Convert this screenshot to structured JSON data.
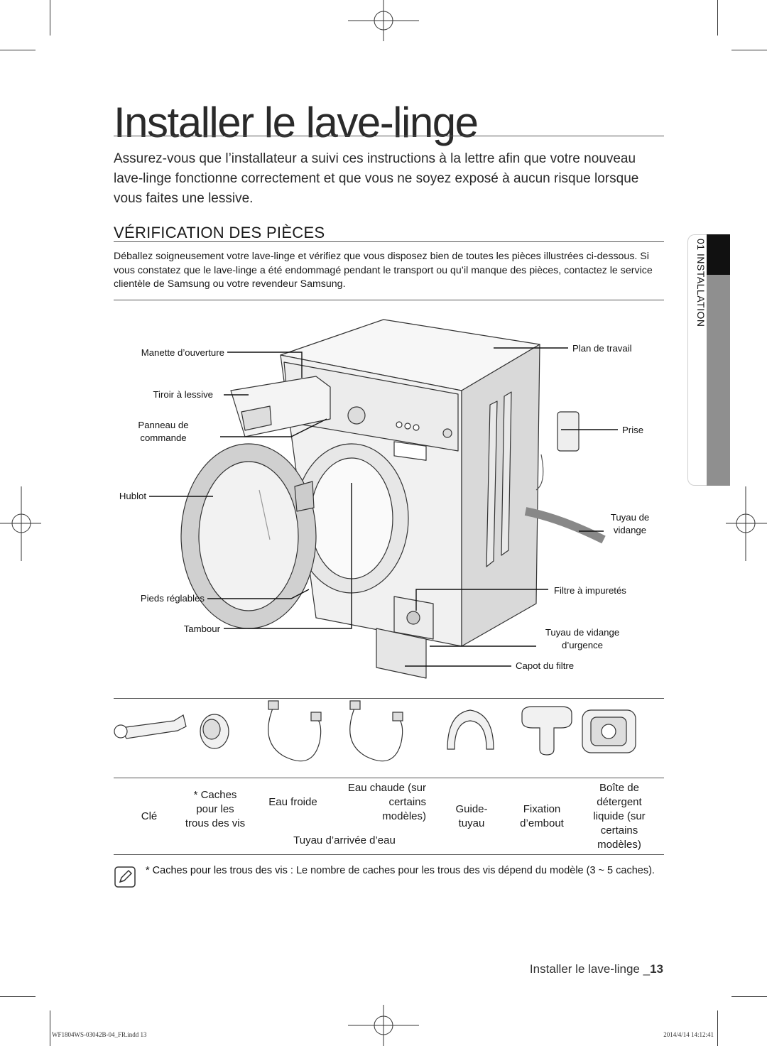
{
  "page": {
    "title": "Installer le lave-linge",
    "intro": "Assurez-vous que l’installateur a suivi ces instructions à la lettre afin que votre nouveau lave-linge fonctionne correctement et que vous ne soyez exposé à aucun risque lorsque vous faites une lessive.",
    "section_heading": "VÉRIFICATION DES PIÈCES",
    "section_body": "Déballez soigneusement votre lave-linge et vérifiez que vous disposez bien de toutes les pièces illustrées ci-dessous. Si vous constatez que le lave-linge a été endommagé pendant le transport ou qu’il manque des pièces, contactez le service clientèle de Samsung ou votre revendeur Samsung.",
    "side_tab": "01 INSTALLATION"
  },
  "diagram": {
    "labels": {
      "manette": "Manette d’ouverture",
      "tiroir": "Tiroir à lessive",
      "panneau": "Panneau de commande",
      "hublot": "Hublot",
      "pieds": "Pieds réglables",
      "tambour": "Tambour",
      "plan": "Plan de travail",
      "prise": "Prise",
      "tuyau_vidange": "Tuyau de vidange",
      "filtre": "Filtre à impuretés",
      "tuyau_urgence": "Tuyau de vidange d’urgence",
      "capot": "Capot du filtre"
    }
  },
  "parts": {
    "cle": "Clé",
    "caches": "* Caches pour les trous des vis",
    "eau_froide": "Eau froide",
    "eau_chaude": "Eau chaude (sur certains modèles)",
    "tuyau_arrivee": "Tuyau d’arrivée d’eau",
    "guide": "Guide-tuyau",
    "fixation": "Fixation d’embout",
    "boite": "Boîte de détergent liquide (sur certains modèles)",
    "icons": [
      "wrench-icon",
      "screw-cap-icon",
      "cold-water-hose-icon",
      "hot-water-hose-icon",
      "hose-guide-icon",
      "elbow-fixture-icon",
      "liquid-detergent-box-icon"
    ]
  },
  "note": {
    "bold": "* Caches pour les trous des vis :",
    "text": " Le nombre de caches pour les trous des vis dépend du modèle (3 ~ 5 caches)."
  },
  "footer": {
    "title": "Installer le lave-linge _",
    "page_number": "13",
    "file_info": "WF1804WS-03042B-04_FR.indd   13",
    "datetime": "2014/4/14   14:12:41"
  }
}
